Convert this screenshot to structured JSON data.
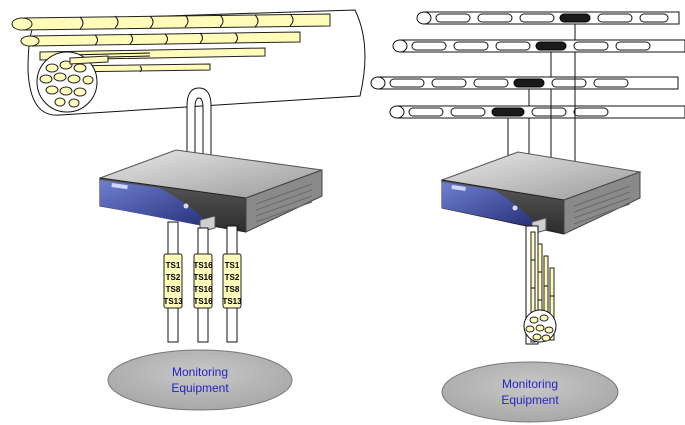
{
  "colors": {
    "fiber_yellow": "#fffbb8",
    "monitor_fill": "#b9b9b9",
    "label_blue": "#2424c8",
    "device_blue": "#3a4a9c"
  },
  "left": {
    "timeslot_cables": [
      {
        "labels": [
          "TS1",
          "TS2",
          "TS8",
          "TS13"
        ]
      },
      {
        "labels": [
          "TS16",
          "TS16",
          "TS16",
          "TS16"
        ]
      },
      {
        "labels": [
          "TS1",
          "TS2",
          "TS8",
          "TS13"
        ]
      }
    ],
    "monitor": {
      "line1": "Monitoring",
      "line2": "Equipment"
    }
  },
  "right": {
    "monitor": {
      "line1": "Monitoring",
      "line2": "Equipment"
    }
  }
}
